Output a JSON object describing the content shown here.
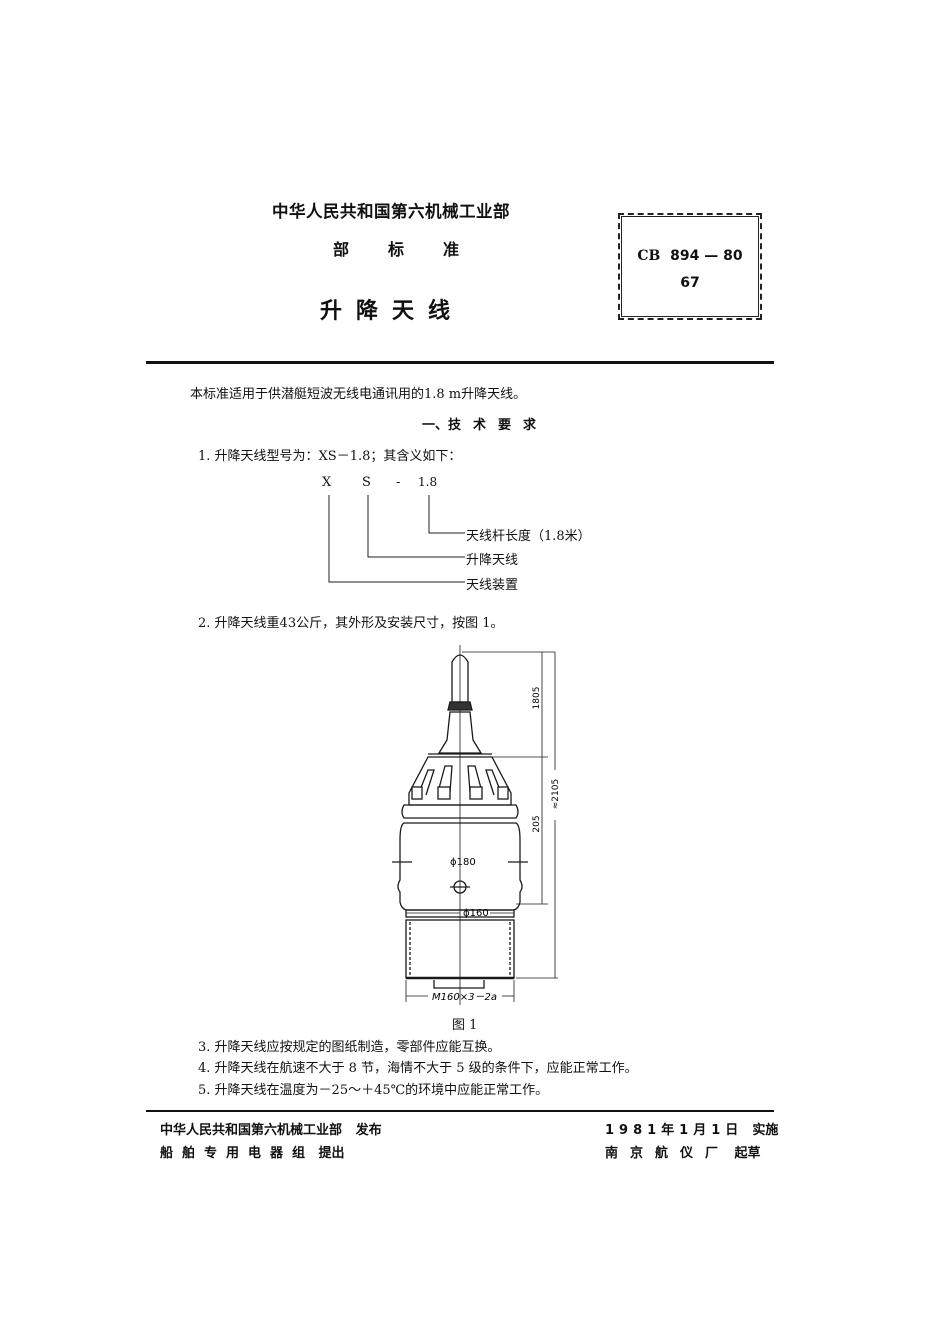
{
  "header": {
    "ministry": "中华人民共和国第六机械工业部",
    "standard_type": [
      "部",
      "标",
      "准"
    ],
    "title": "升降天线",
    "code_box": {
      "code": "CB",
      "number": "894 — 80",
      "sub": "67"
    }
  },
  "body": {
    "scope": "本标准适用于供潜艇短波无线电通讯用的1.8 m升降天线。",
    "section_title": [
      "一、技",
      "术",
      "要",
      "求"
    ],
    "items": [
      {
        "num": "1.",
        "text": "升降天线型号为：XS－1.8；其含义如下："
      },
      {
        "num": "2.",
        "text": "升降天线重43公斤，其外形及安装尺寸，按图 1。"
      },
      {
        "num": "3.",
        "text": "升降天线应按规定的图纸制造，零部件应能互换。"
      },
      {
        "num": "4.",
        "text": "升降天线在航速不大于 8 节，海情不大于 5 级的条件下，应能正常工作。"
      },
      {
        "num": "5.",
        "text": "升降天线在温度为－25～＋45℃的环境中应能正常工作。"
      }
    ],
    "model_code": {
      "letters": [
        "X",
        "S",
        "-",
        "1.8"
      ],
      "meanings": [
        "天线杆长度（1.8米）",
        "升降天线",
        "天线装置"
      ]
    },
    "figure": {
      "caption": "图 1",
      "dimensions": {
        "mast_height": "1805",
        "total_height": "≈2105",
        "body_height": "205",
        "body_diameter": "ϕ180",
        "neck_diameter": "ϕ160",
        "thread": "M160×3－2a"
      }
    }
  },
  "footer": {
    "publisher": "中华人民共和国第六机械工业部",
    "publish_label": "发布",
    "proposer": "船舶专用电器组",
    "propose_label": "提出",
    "date": "1981年1月1日",
    "implement_label": "实施",
    "drafter": "南京航仪厂",
    "draft_label": "起草"
  }
}
